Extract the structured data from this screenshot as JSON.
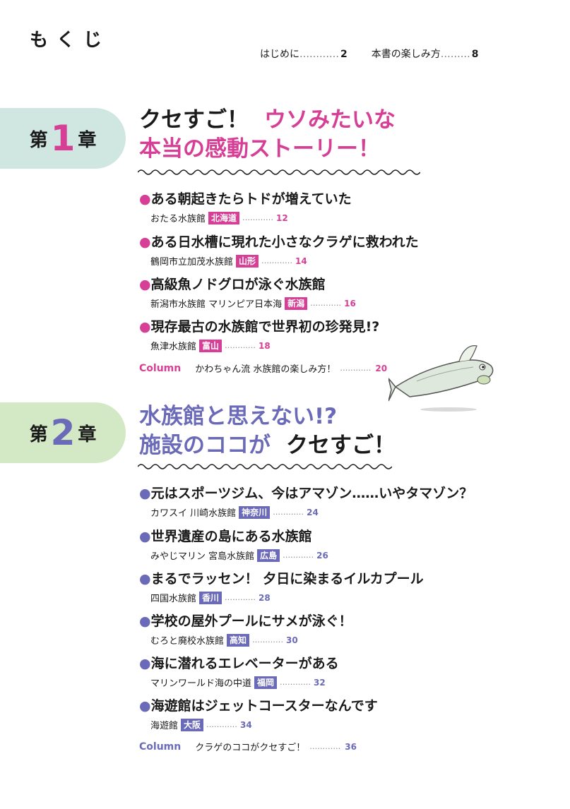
{
  "toc_title": "もくじ",
  "front_matter": [
    {
      "label": "はじめに",
      "leader": "…………",
      "page": "2"
    },
    {
      "label": "本書の楽しみ方",
      "leader": "………",
      "page": "8"
    }
  ],
  "chapters": [
    {
      "dai": "第",
      "num": "1",
      "sho": "章",
      "heading_line1_a": "クセすご！",
      "heading_line1_b": "ウソみたいな",
      "heading_line2": "本当の感動ストーリー！",
      "entries": [
        {
          "bullet": "●",
          "title": "ある朝起きたらトドが増えていた",
          "sub": "おたる水族館",
          "badge": "北海道",
          "leader": "…………",
          "page": "12"
        },
        {
          "bullet": "●",
          "title": "ある日水槽に現れた小さなクラゲに救われた",
          "sub": "鶴岡市立加茂水族館",
          "badge": "山形",
          "leader": "…………",
          "page": "14"
        },
        {
          "bullet": "●",
          "title": "高級魚ノドグロが泳ぐ水族館",
          "sub": "新潟市水族館 マリンピア日本海",
          "badge": "新潟",
          "leader": "…………",
          "page": "16"
        },
        {
          "bullet": "●",
          "title": "現存最古の水族館で世界初の珍発見!?",
          "sub": "魚津水族館",
          "badge": "富山",
          "leader": "…………",
          "page": "18"
        }
      ],
      "column": {
        "label": "Column",
        "text": "かわちゃん流 水族館の楽しみ方！",
        "leader": "…………",
        "page": "20"
      }
    },
    {
      "dai": "第",
      "num": "2",
      "sho": "章",
      "heading_line1": "水族館と思えない!?",
      "heading_line2_a": "施設のココが",
      "heading_line2_b": "クセすご！",
      "entries": [
        {
          "bullet": "●",
          "title": "元はスポーツジム、今はアマゾン……いやタマゾン？",
          "sub": "カワスイ 川崎水族館",
          "badge": "神奈川",
          "leader": "…………",
          "page": "24"
        },
        {
          "bullet": "●",
          "title": "世界遺産の島にある水族館",
          "sub": "みやじマリン 宮島水族館",
          "badge": "広島",
          "leader": "…………",
          "page": "26"
        },
        {
          "bullet": "●",
          "title": "まるでラッセン！ 夕日に染まるイルカプール",
          "sub": "四国水族館",
          "badge": "香川",
          "leader": "…………",
          "page": "28"
        },
        {
          "bullet": "●",
          "title": "学校の屋外プールにサメが泳ぐ！",
          "sub": "むろと廃校水族館",
          "badge": "高知",
          "leader": "…………",
          "page": "30"
        },
        {
          "bullet": "●",
          "title": "海に潜れるエレベーターがある",
          "sub": "マリンワールド海の中道",
          "badge": "福岡",
          "leader": "…………",
          "page": "32"
        },
        {
          "bullet": "●",
          "title": "海遊館はジェットコースターなんです",
          "sub": "海遊館",
          "badge": "大阪",
          "leader": "…………",
          "page": "34"
        }
      ],
      "column": {
        "label": "Column",
        "text": "クラゲのココがクセすご！",
        "leader": "…………",
        "page": "36"
      }
    }
  ],
  "colors": {
    "pink": "#d63f95",
    "blue": "#6a6ab8",
    "tab1": "#cfe6e1",
    "tab2": "#d3e8c5"
  },
  "illustration": "fish-icon"
}
